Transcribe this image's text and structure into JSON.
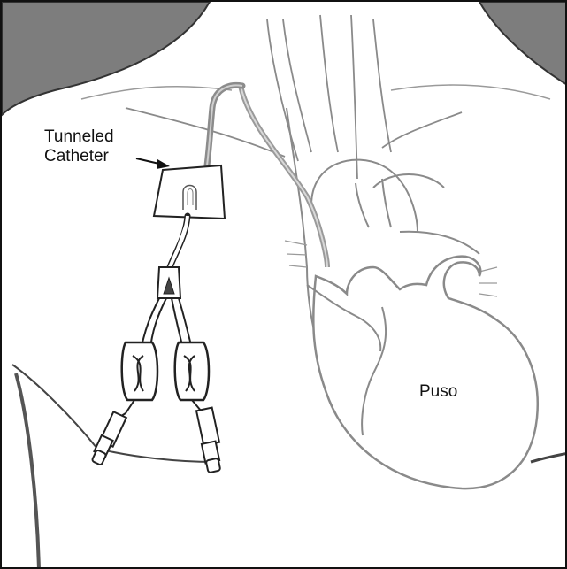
{
  "labels": {
    "catheter_line1": "Tunneled",
    "catheter_line2": "Catheter",
    "heart": "Puso"
  },
  "colors": {
    "outline": "#111111",
    "organ_stroke": "#8a8a8a",
    "shoulder_fill": "#7d7d7d",
    "catheter_tube": "#8c8c8c",
    "background": "#ffffff"
  }
}
